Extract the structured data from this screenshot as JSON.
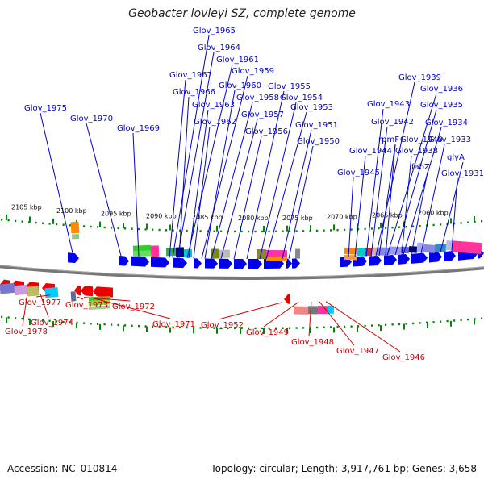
{
  "title": "Geobacter lovleyi SZ, complete genome",
  "footer": {
    "accession": "Accession: NC_010814",
    "topology": "Topology: circular; Length: 3,917,761 bp; Genes: 3,658"
  },
  "colors": {
    "forward_label": "#0000cc",
    "reverse_label": "#cc0000",
    "forward_arrow": "#0000ee",
    "reverse_arrow": "#ee0000",
    "ruler_tick": "#008800",
    "backbone": "#777777"
  },
  "ticks": [
    "2105 kbp",
    "2100 kbp",
    "2095 kbp",
    "2090 kbp",
    "2085 kbp",
    "2080 kbp",
    "2075 kbp",
    "2070 kbp",
    "2065 kbp",
    "2060 kbp"
  ],
  "forward_labels": [
    "Glov_1975",
    "Glov_1970",
    "Glov_1969",
    "Glov_1965",
    "Glov_1964",
    "Glov_1961",
    "Glov_1967",
    "Glov_1959",
    "Glov_1966",
    "Glov_1960",
    "Glov_1955",
    "Glov_1958",
    "Glov_1954",
    "Glov_1963",
    "Glov_1953",
    "Glov_1957",
    "Glov_1962",
    "Glov_1951",
    "Glov_1956",
    "Glov_1950",
    "Glov_1939",
    "Glov_1936",
    "Glov_1943",
    "Glov_1935",
    "Glov_1942",
    "Glov_1934",
    "Glov_1940",
    "Glov_1933",
    "rpmF",
    "Glov_1944",
    "Glov_1938",
    "glyA",
    "fabZ",
    "Glov_1945",
    "Glov_1931"
  ],
  "reverse_labels": [
    "Glov_1977",
    "Glov_1973",
    "Glov_1972",
    "Glov_1974",
    "Glov_1978",
    "Glov_1971",
    "Glov_1952",
    "Glov_1949",
    "Glov_1948",
    "Glov_1947",
    "Glov_1946"
  ]
}
